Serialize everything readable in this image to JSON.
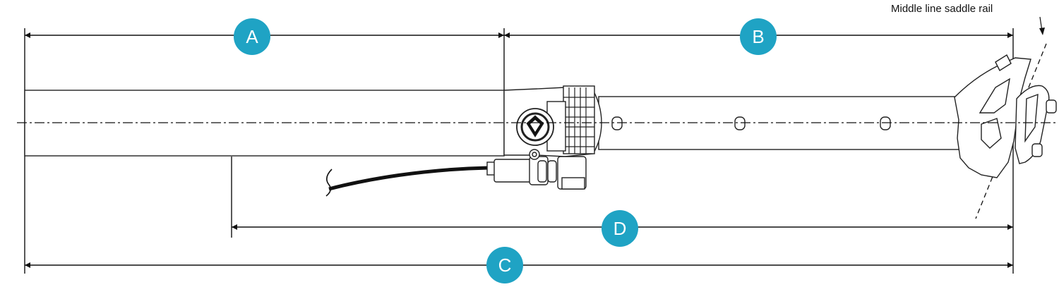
{
  "diagram": {
    "rail_label": "Middle line saddle rail",
    "dimensions": [
      {
        "id": "A",
        "label": "A"
      },
      {
        "id": "B",
        "label": "B"
      },
      {
        "id": "C",
        "label": "C"
      },
      {
        "id": "D",
        "label": "D"
      }
    ],
    "colors": {
      "badge": "#1fa3c4",
      "line": "#111111",
      "outline": "#222222"
    }
  }
}
